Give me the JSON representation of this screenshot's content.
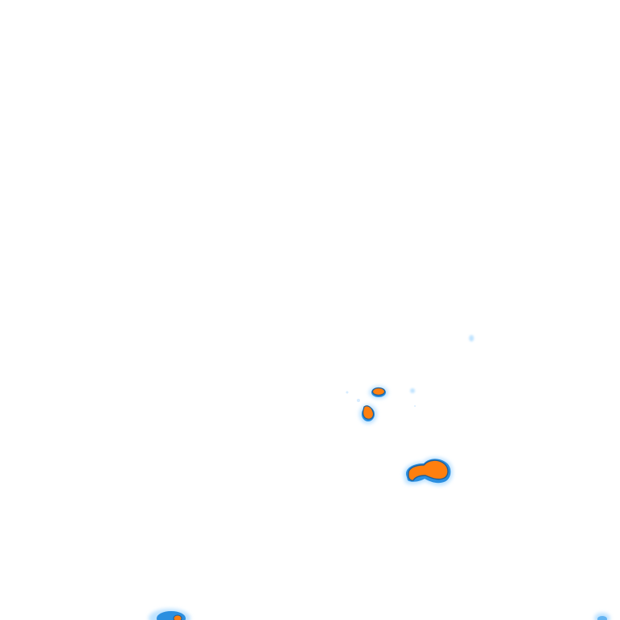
{
  "map": {
    "type": "precipitation-radar-tile",
    "background": "#ffffff",
    "legend": {
      "light": "#bfe3ff",
      "moderate": "#63b4f2",
      "heavy": "#2b8fe0",
      "intense": "#ff7f0e",
      "outline": "#1e5f9a"
    },
    "cells": [
      {
        "name": "cell-north-small",
        "intensity": "intense"
      },
      {
        "name": "cell-west-small",
        "intensity": "intense"
      },
      {
        "name": "cell-central-large",
        "intensity": "intense"
      },
      {
        "name": "cell-bottom-left",
        "intensity": "intense"
      },
      {
        "name": "cell-bottom-right",
        "intensity": "moderate"
      }
    ]
  }
}
